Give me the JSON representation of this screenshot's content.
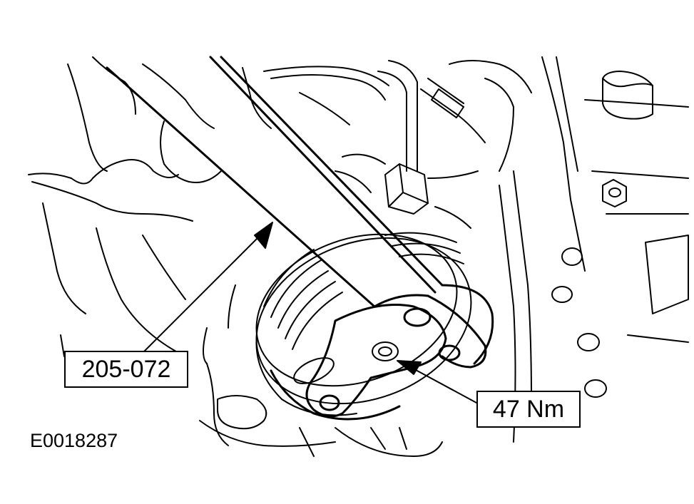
{
  "callouts": {
    "tool_number": "205-072",
    "torque_spec": "47 Nm"
  },
  "figure_id": "E0018287",
  "colors": {
    "line": "#000000",
    "background": "#ffffff"
  }
}
